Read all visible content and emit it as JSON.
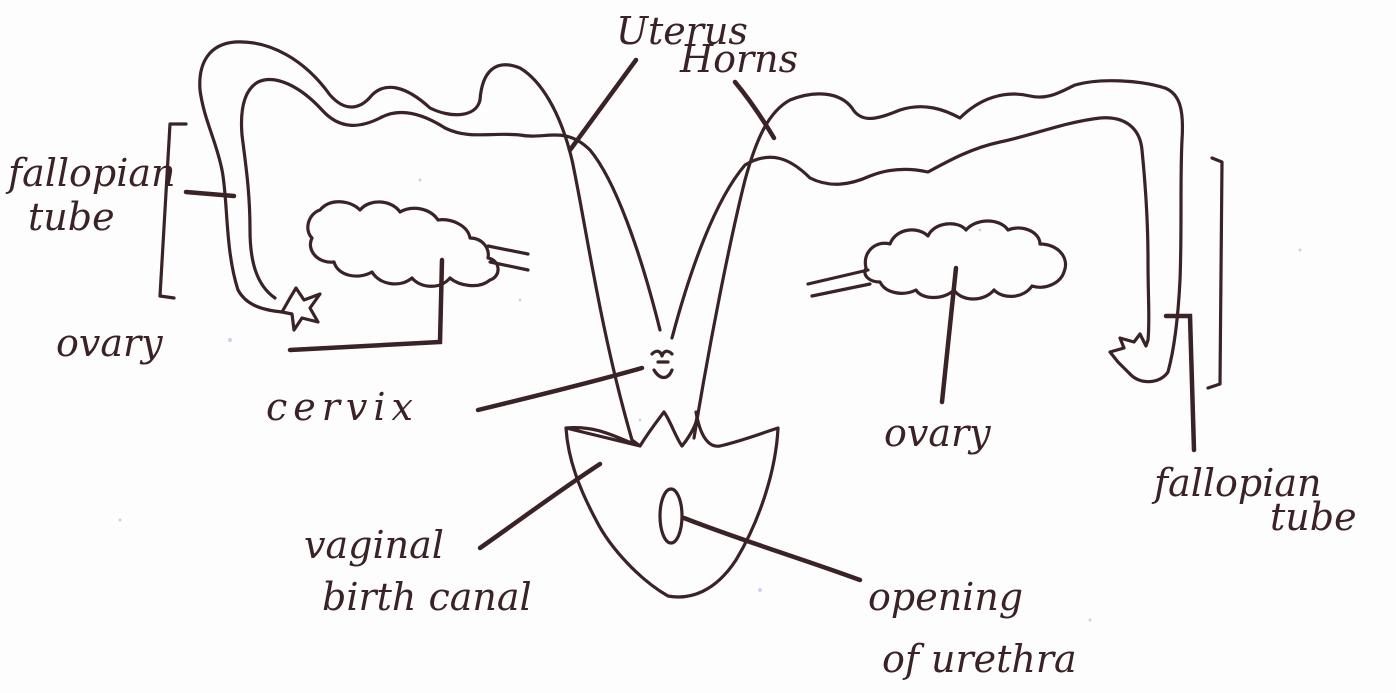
{
  "labels": {
    "uterus": "Uterus",
    "horns": "Horns",
    "fallopian_left_1": "fallopian",
    "fallopian_left_2": "tube",
    "ovary_left": "ovary",
    "cervix": "cervix",
    "ovary_right": "ovary",
    "fallopian_right_1": "fallopian",
    "fallopian_right_2": "tube",
    "vaginal_1": "vaginal",
    "vaginal_2": "birth canal",
    "urethra_1": "opening",
    "urethra_2": "of urethra"
  },
  "colors": {
    "ink": "#3a2226",
    "paper": "#fdfdfd",
    "speckle": "#c9d4e8"
  }
}
